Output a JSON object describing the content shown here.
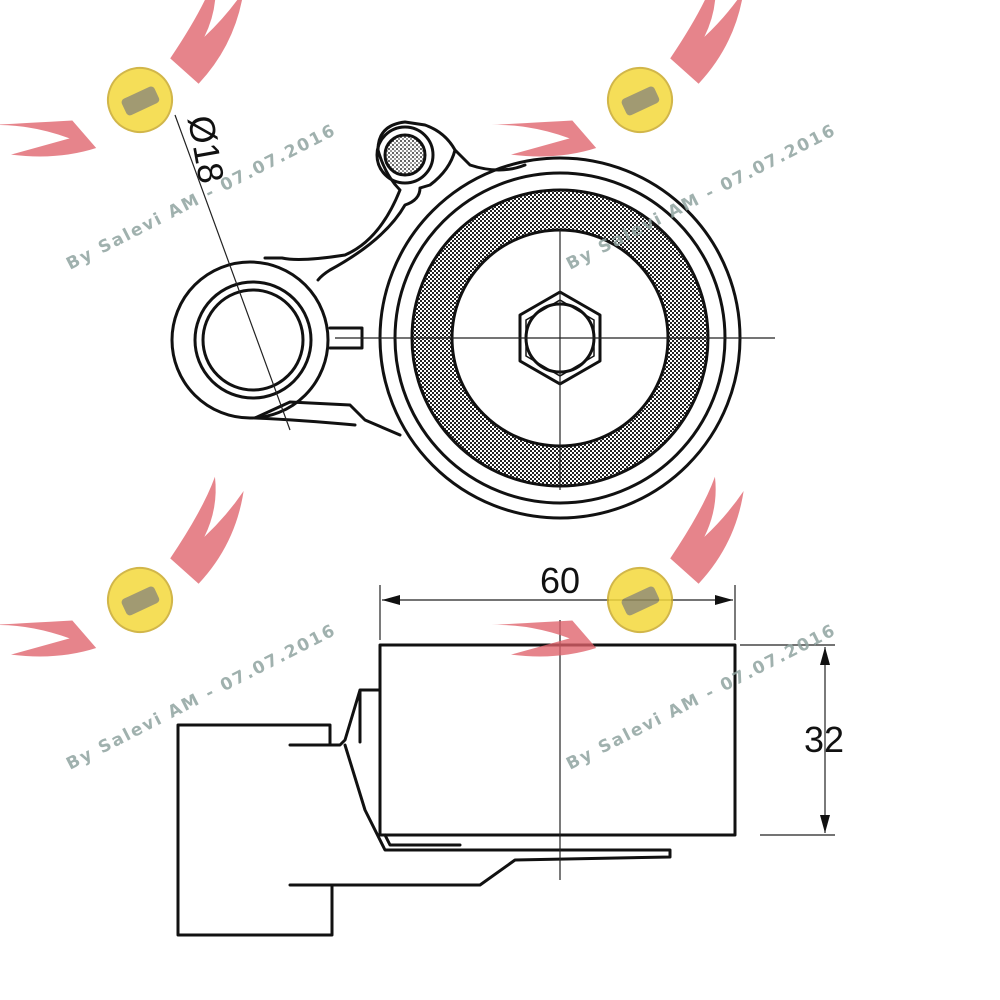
{
  "dimensions": {
    "hole_diameter": "Ø18",
    "width": "60",
    "height": "32"
  },
  "watermark": {
    "text": "By Salevi AM - 07.07.2016",
    "colors": {
      "wing": "#e0626a",
      "logo": "#f4d83a"
    }
  }
}
